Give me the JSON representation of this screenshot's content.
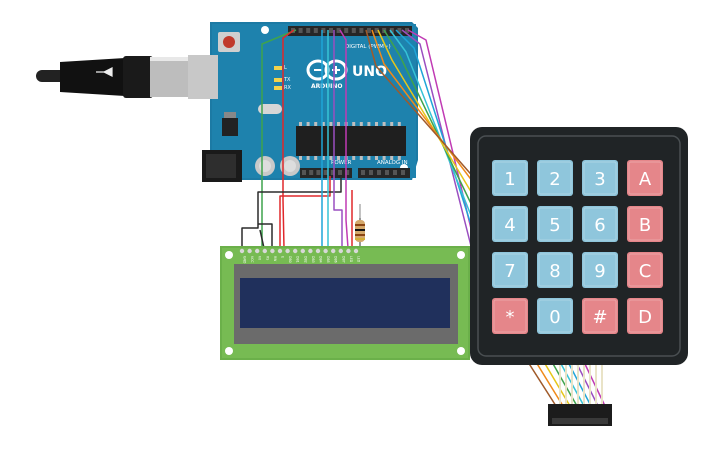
{
  "board": {
    "brand": "ARDUINO",
    "model": "UNO",
    "digital_label": "DIGITAL (PWM~)",
    "power_label": "POWER",
    "analog_label": "ANALOG IN",
    "led_l": "L",
    "led_tx": "TX",
    "led_rx": "RX",
    "power_pins": [
      "IOREF",
      "RESET",
      "3.3V",
      "5V",
      "GND",
      "GND",
      "Vin"
    ],
    "analog_pins": [
      "A0",
      "A1",
      "A2",
      "A3",
      "A4",
      "A5"
    ],
    "digital_pins": [
      "AREF",
      "GND",
      "13",
      "12",
      "~11",
      "~10",
      "~9",
      "8",
      "7",
      "~6",
      "~5",
      "4",
      "~3",
      "2",
      "TX 1",
      "RX 0"
    ]
  },
  "lcd": {
    "pin_labels": [
      "GND",
      "VCC",
      "V0",
      "RS",
      "RW",
      "E",
      "DB0",
      "DB1",
      "DB2",
      "DB3",
      "DB4",
      "DB5",
      "DB6",
      "DB7",
      "LED",
      "LED"
    ]
  },
  "keypad": {
    "keys": [
      [
        "1",
        "2",
        "3",
        "A"
      ],
      [
        "4",
        "5",
        "6",
        "B"
      ],
      [
        "7",
        "8",
        "9",
        "C"
      ],
      [
        "*",
        "0",
        "#",
        "D"
      ]
    ],
    "colors": {
      "digit": "#8fc6dc",
      "letter": "#e5868a",
      "body": "#202426"
    }
  },
  "wire_colors": {
    "red": "#e0282b",
    "green": "#3fa34d",
    "black": "#2b2b2b",
    "blue": "#1fa5d8",
    "cyan": "#36c3d6",
    "purple": "#9a4ec0",
    "magenta": "#c03ab4",
    "orange": "#f08a1a",
    "yellow": "#e6c619",
    "brown": "#a05a2a"
  }
}
